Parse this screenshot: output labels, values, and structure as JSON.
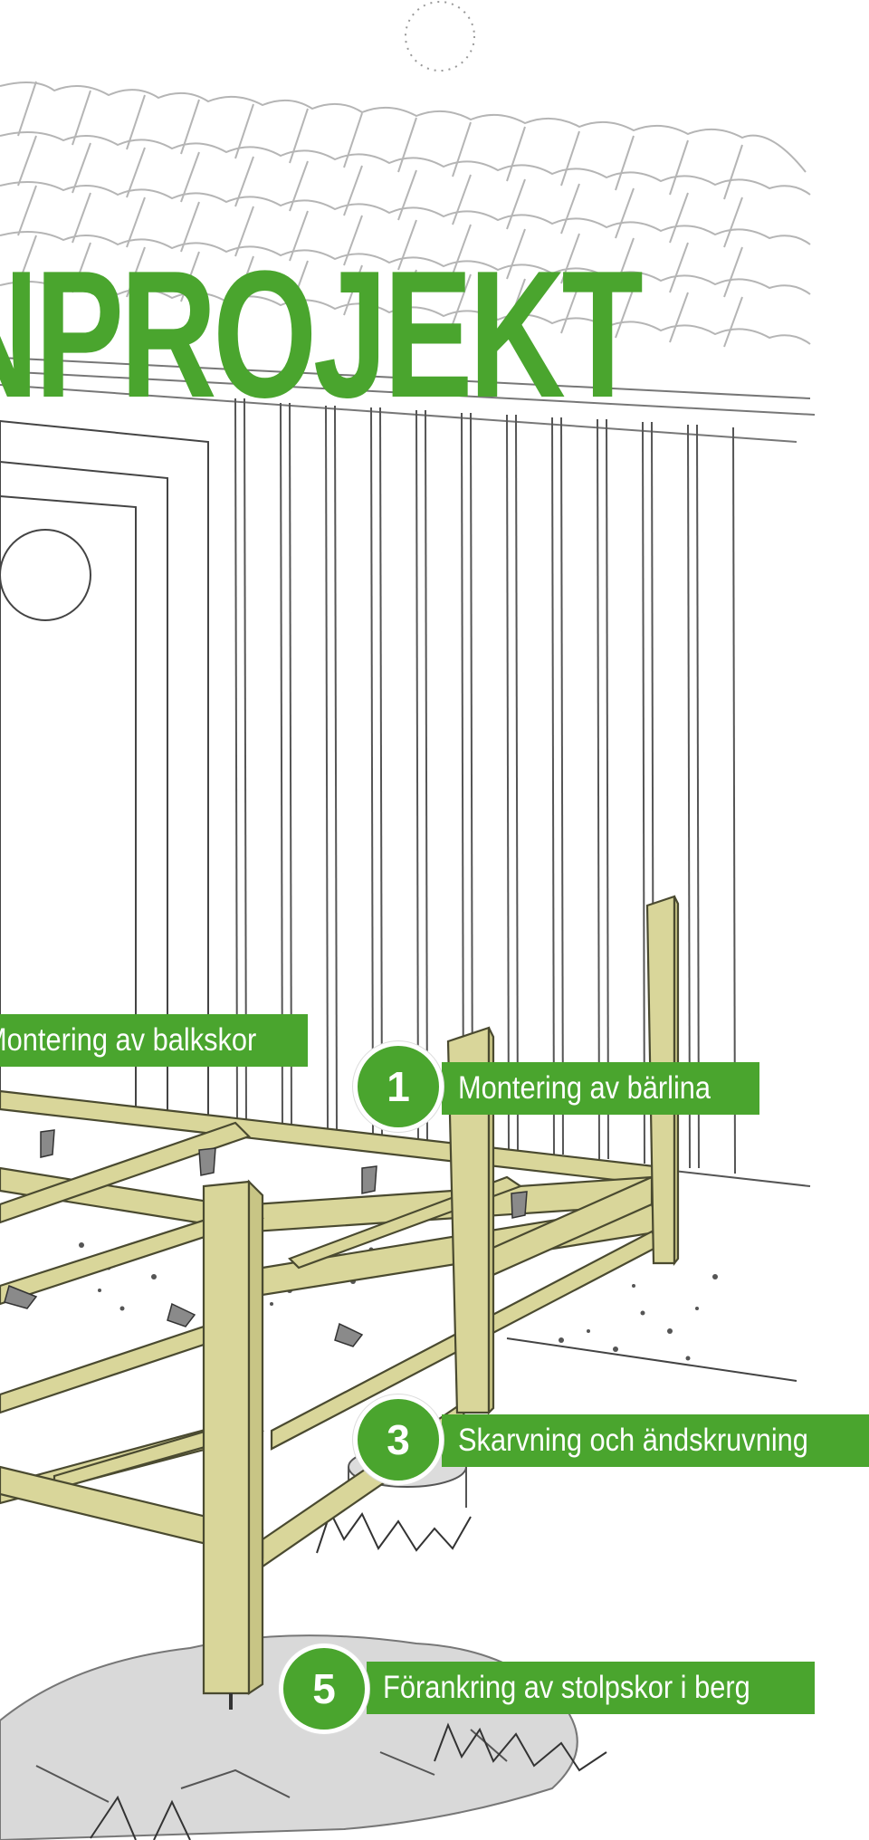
{
  "title": "NPROJEKT",
  "colors": {
    "accent": "#4aa52e",
    "wood": "#d9d69a",
    "line": "#333333"
  },
  "steps": {
    "balkskor": {
      "label": "Montering av balkskor"
    },
    "barlina": {
      "number": "1",
      "label": "Montering av bärlina"
    },
    "skarvning": {
      "number": "3",
      "label": "Skarvning och ändskruvning"
    },
    "forankring": {
      "number": "5",
      "label": "Förankring av stolpskor i berg"
    }
  }
}
